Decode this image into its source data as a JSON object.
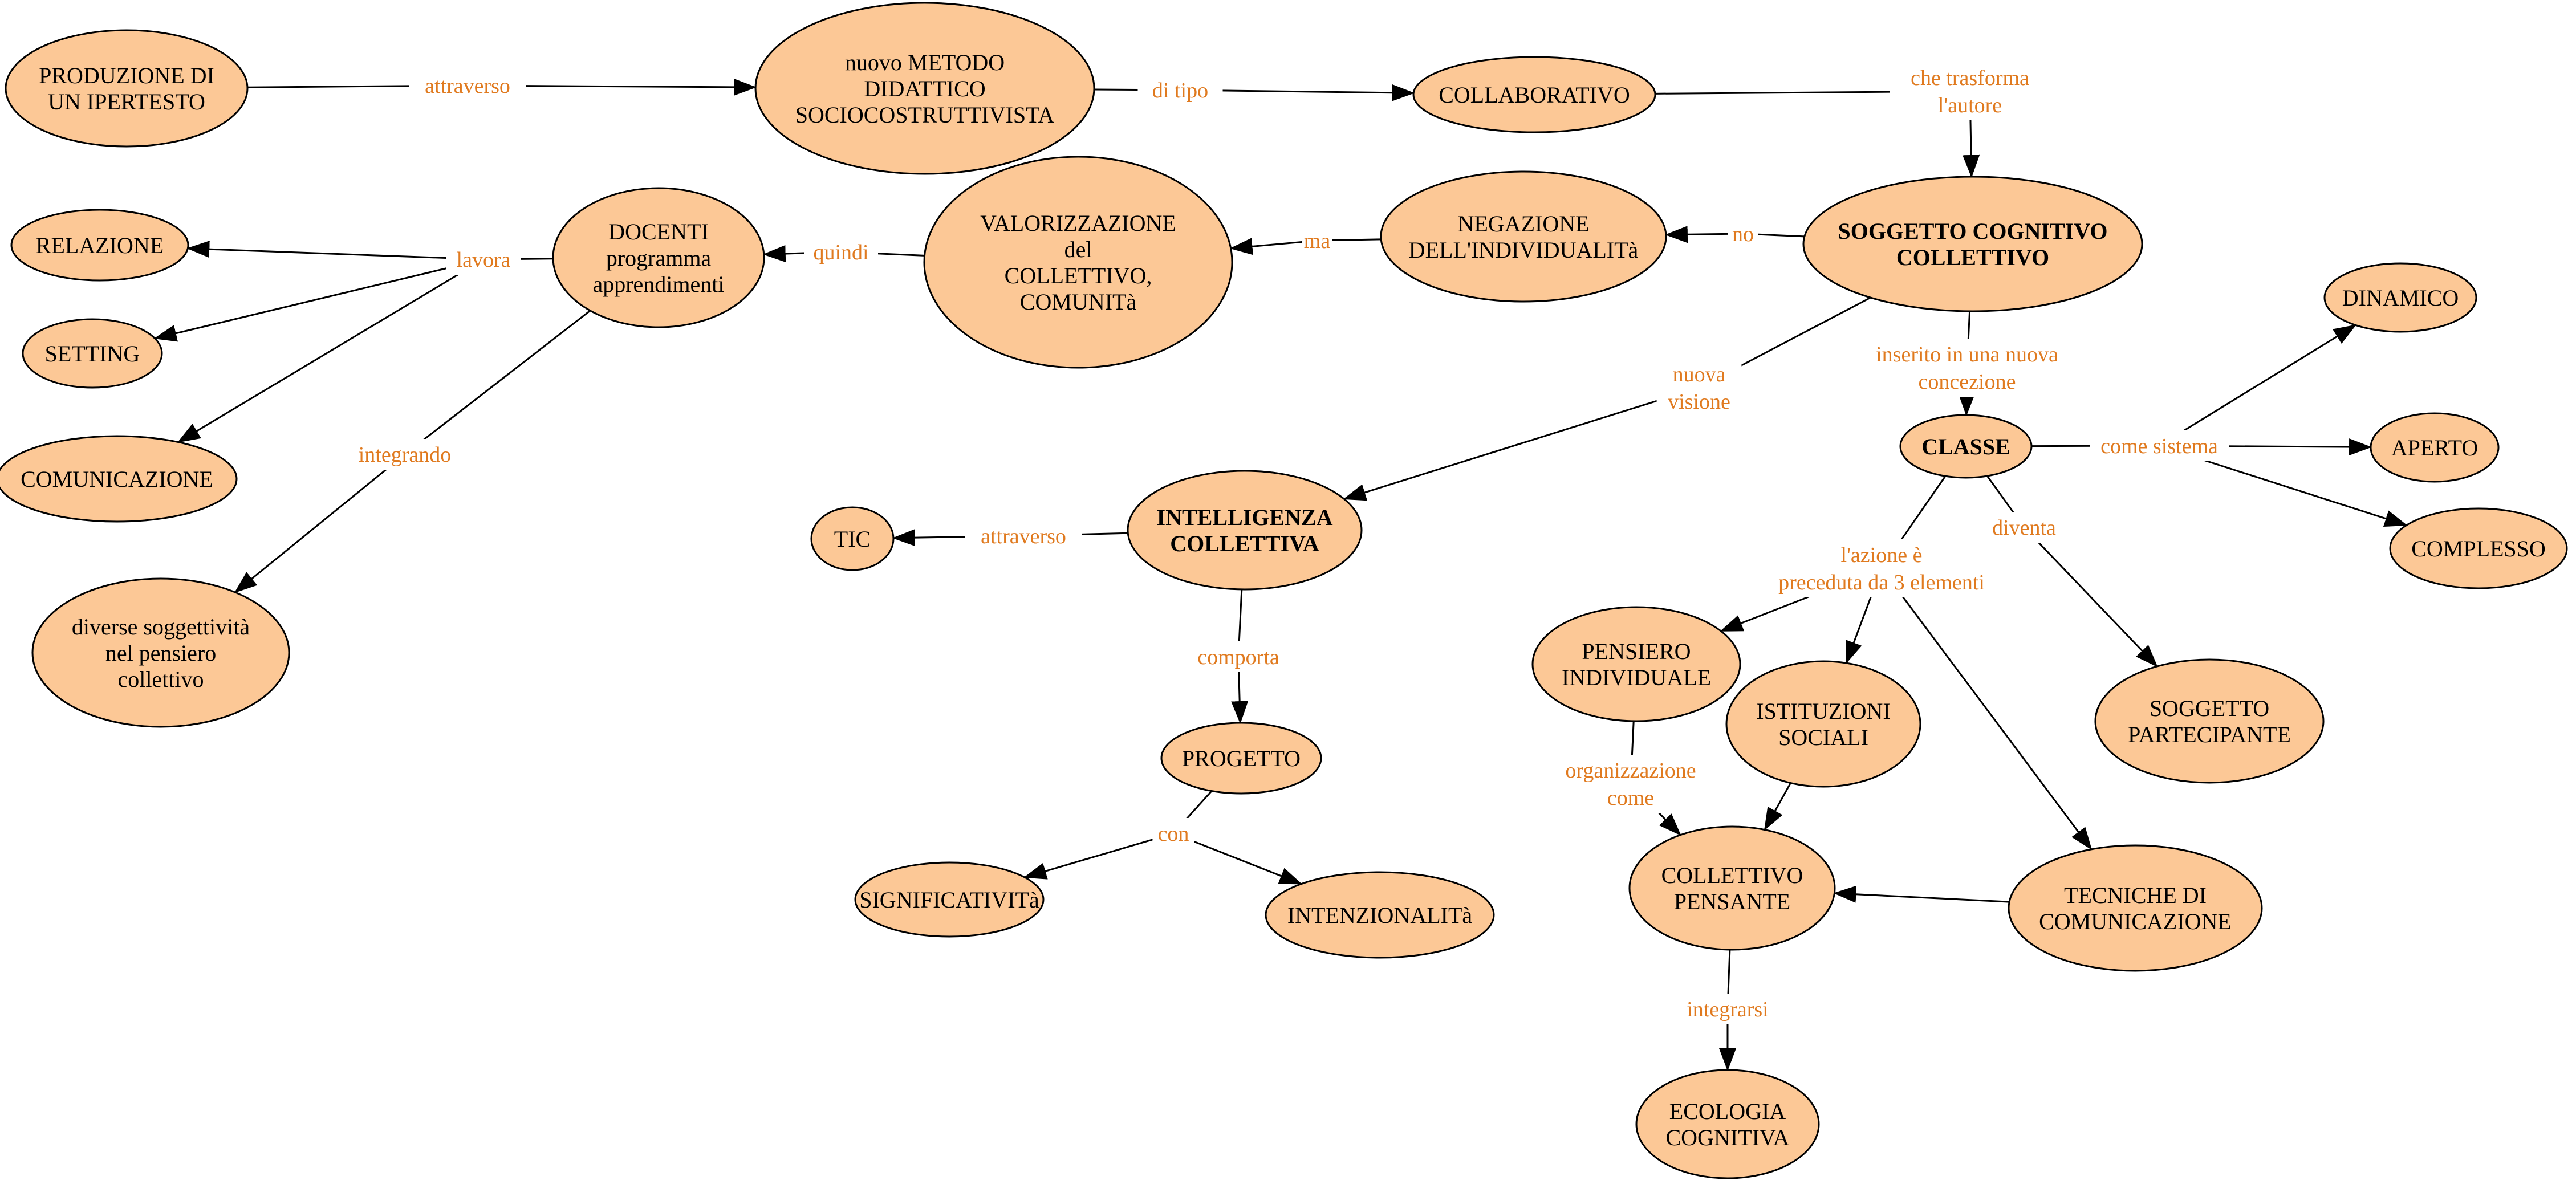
{
  "colors": {
    "node_fill": "#fcc896",
    "node_stroke": "#000000",
    "link_text": "#e07a1f",
    "edge": "#000000",
    "background": "#ffffff"
  },
  "concepts": [
    {
      "id": "produzione",
      "lines": [
        "PRODUZIONE DI",
        "UN IPERTESTO"
      ],
      "bold": false
    },
    {
      "id": "metodo",
      "lines": [
        "nuovo METODO",
        "DIDATTICO",
        "SOCIOCOSTRUTTIVISTA"
      ],
      "bold": false
    },
    {
      "id": "collaborativo",
      "lines": [
        "COLLABORATIVO"
      ],
      "bold": false
    },
    {
      "id": "soggetto",
      "lines": [
        "SOGGETTO COGNITIVO",
        "COLLETTIVO"
      ],
      "bold": true
    },
    {
      "id": "negazione",
      "lines": [
        "NEGAZIONE",
        "DELL'INDIVIDUALITà"
      ],
      "bold": false
    },
    {
      "id": "valorizzazione",
      "lines": [
        "VALORIZZAZIONE",
        "del",
        "COLLETTIVO,",
        "COMUNITà"
      ],
      "bold": false
    },
    {
      "id": "docenti",
      "lines": [
        "DOCENTI",
        "programma",
        "apprendimenti"
      ],
      "bold": false
    },
    {
      "id": "relazione",
      "lines": [
        "RELAZIONE"
      ],
      "bold": false
    },
    {
      "id": "setting",
      "lines": [
        "SETTING"
      ],
      "bold": false
    },
    {
      "id": "comunicazione",
      "lines": [
        "COMUNICAZIONE"
      ],
      "bold": false
    },
    {
      "id": "diverse",
      "lines": [
        "diverse soggettività",
        "nel pensiero",
        "collettivo"
      ],
      "bold": false
    },
    {
      "id": "intelligenza",
      "lines": [
        "INTELLIGENZA",
        "COLLETTIVA"
      ],
      "bold": true
    },
    {
      "id": "tic",
      "lines": [
        "TIC"
      ],
      "bold": false
    },
    {
      "id": "progetto",
      "lines": [
        "PROGETTO"
      ],
      "bold": false
    },
    {
      "id": "significativita",
      "lines": [
        "SIGNIFICATIVITà"
      ],
      "bold": false
    },
    {
      "id": "intenzionalita",
      "lines": [
        "INTENZIONALITà"
      ],
      "bold": false
    },
    {
      "id": "classe",
      "lines": [
        "CLASSE"
      ],
      "bold": true
    },
    {
      "id": "dinamico",
      "lines": [
        "DINAMICO"
      ],
      "bold": false
    },
    {
      "id": "aperto",
      "lines": [
        "APERTO"
      ],
      "bold": false
    },
    {
      "id": "complesso",
      "lines": [
        "COMPLESSO"
      ],
      "bold": false
    },
    {
      "id": "pensiero",
      "lines": [
        "PENSIERO",
        "INDIVIDUALE"
      ],
      "bold": false
    },
    {
      "id": "istituzioni",
      "lines": [
        "ISTITUZIONI",
        "SOCIALI"
      ],
      "bold": false
    },
    {
      "id": "partecipante",
      "lines": [
        "SOGGETTO",
        "PARTECIPANTE"
      ],
      "bold": false
    },
    {
      "id": "pensante",
      "lines": [
        "COLLETTIVO",
        "PENSANTE"
      ],
      "bold": false
    },
    {
      "id": "tecniche",
      "lines": [
        "TECNICHE DI",
        "COMUNICAZIONE"
      ],
      "bold": false
    },
    {
      "id": "ecologia",
      "lines": [
        "ECOLOGIA",
        "COGNITIVA"
      ],
      "bold": false
    }
  ],
  "links": [
    {
      "id": "attraverso1",
      "lines": [
        "attraverso"
      ]
    },
    {
      "id": "ditipo",
      "lines": [
        "di tipo"
      ]
    },
    {
      "id": "chetrasforma",
      "lines": [
        "che  trasforma",
        "l'autore"
      ]
    },
    {
      "id": "no",
      "lines": [
        "no"
      ]
    },
    {
      "id": "ma",
      "lines": [
        "ma"
      ]
    },
    {
      "id": "quindi",
      "lines": [
        "quindi"
      ]
    },
    {
      "id": "lavora",
      "lines": [
        "lavora"
      ]
    },
    {
      "id": "integrando",
      "lines": [
        "integrando"
      ]
    },
    {
      "id": "nuovavisione",
      "lines": [
        "nuova",
        "visione"
      ]
    },
    {
      "id": "inserito",
      "lines": [
        "inserito in una nuova",
        "concezione"
      ]
    },
    {
      "id": "attraverso2",
      "lines": [
        "attraverso"
      ]
    },
    {
      "id": "comporta",
      "lines": [
        "comporta"
      ]
    },
    {
      "id": "con",
      "lines": [
        "con"
      ]
    },
    {
      "id": "comesistema",
      "lines": [
        "come sistema"
      ]
    },
    {
      "id": "diventa",
      "lines": [
        "diventa"
      ]
    },
    {
      "id": "azione",
      "lines": [
        "l'azione è",
        "preceduta da 3 elementi"
      ]
    },
    {
      "id": "organizzazione",
      "lines": [
        "organizzazione",
        "come"
      ]
    },
    {
      "id": "integrarsi",
      "lines": [
        "integrarsi"
      ]
    }
  ],
  "connections": [
    {
      "from": "produzione",
      "via": "attraverso1",
      "to": [
        "metodo"
      ]
    },
    {
      "from": "metodo",
      "via": "ditipo",
      "to": [
        "collaborativo"
      ]
    },
    {
      "from": "collaborativo",
      "via": "chetrasforma",
      "to": [
        "soggetto"
      ]
    },
    {
      "from": "soggetto",
      "via": "no",
      "to": [
        "negazione"
      ]
    },
    {
      "from": "negazione",
      "via": "ma",
      "to": [
        "valorizzazione"
      ]
    },
    {
      "from": "valorizzazione",
      "via": "quindi",
      "to": [
        "docenti"
      ]
    },
    {
      "from": "docenti",
      "via": "lavora",
      "to": [
        "relazione",
        "setting",
        "comunicazione"
      ]
    },
    {
      "from": "docenti",
      "via": "integrando",
      "to": [
        "diverse"
      ]
    },
    {
      "from": "soggetto",
      "via": "nuovavisione",
      "to": [
        "intelligenza"
      ]
    },
    {
      "from": "soggetto",
      "via": "inserito",
      "to": [
        "classe"
      ]
    },
    {
      "from": "intelligenza",
      "via": "attraverso2",
      "to": [
        "tic"
      ]
    },
    {
      "from": "intelligenza",
      "via": "comporta",
      "to": [
        "progetto"
      ]
    },
    {
      "from": "progetto",
      "via": "con",
      "to": [
        "significativita",
        "intenzionalita"
      ]
    },
    {
      "from": "classe",
      "via": "comesistema",
      "to": [
        "dinamico",
        "aperto",
        "complesso"
      ]
    },
    {
      "from": "classe",
      "via": "diventa",
      "to": [
        "partecipante"
      ]
    },
    {
      "from": "classe",
      "via": "azione",
      "to": [
        "pensiero",
        "istituzioni",
        "tecniche"
      ]
    },
    {
      "from": "pensiero",
      "via": "organizzazione",
      "to": [
        "pensante"
      ]
    },
    {
      "from": "istituzioni",
      "via": null,
      "to": [
        "pensante"
      ]
    },
    {
      "from": "tecniche",
      "via": null,
      "to": [
        "pensante"
      ]
    },
    {
      "from": "pensante",
      "via": "integrarsi",
      "to": [
        "ecologia"
      ]
    }
  ]
}
